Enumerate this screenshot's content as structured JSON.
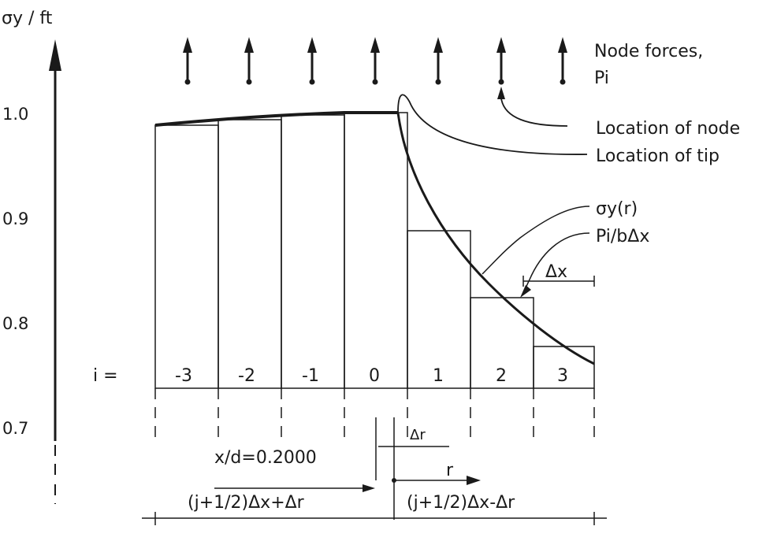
{
  "y_axis_label": "σy / ft",
  "y_ticks": [
    "1.0",
    "0.9",
    "0.8",
    "0.7"
  ],
  "annotations": {
    "node_forces": "Node forces,",
    "node_forces_sym": "Pi",
    "location_node": "Location of node",
    "location_tip": "Location of tip",
    "sigma_r": "σy(r)",
    "pi_bdx": "Pi/bΔx",
    "dx": "Δx",
    "dr": "Δr",
    "xd": "x/d=0.2000",
    "r": "r",
    "left_dim": "(j+1/2)Δx+Δr",
    "right_dim": "(j+1/2)Δx-Δr"
  },
  "index_label": "i =",
  "elements": [
    {
      "i": "-3",
      "value": 0.988
    },
    {
      "i": "-2",
      "value": 0.994
    },
    {
      "i": "-1",
      "value": 0.998
    },
    {
      "i": "0",
      "value": 1.0
    },
    {
      "i": "1",
      "value": 0.887
    },
    {
      "i": "2",
      "value": 0.822
    },
    {
      "i": "3",
      "value": 0.775
    }
  ]
}
